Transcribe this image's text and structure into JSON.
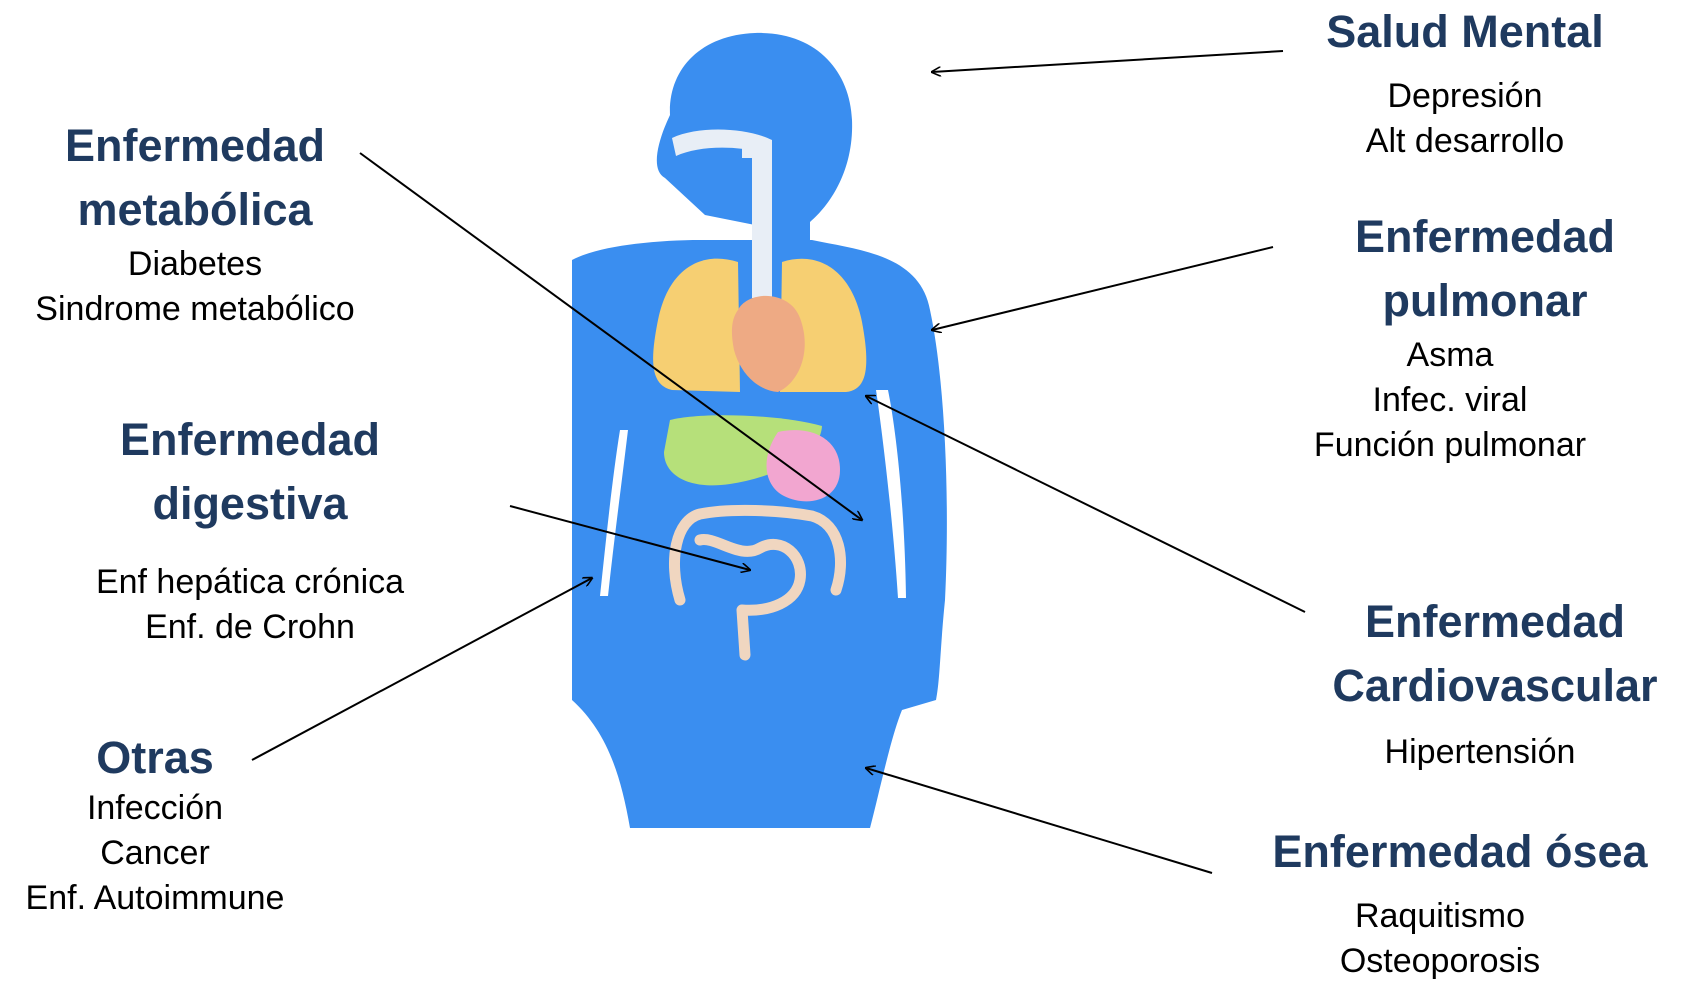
{
  "colors": {
    "heading": "#1f3a5f",
    "text": "#000000",
    "body_silhouette": "#3a8ef0",
    "lungs": "#f6cf72",
    "heart": "#eeaa84",
    "liver": "#b6e07a",
    "stomach": "#f2a6d0",
    "intestine": "#f0d6c0",
    "arrow": "#000000"
  },
  "figure": {
    "icon": "human-body-organs-icon"
  },
  "categories": [
    {
      "id": "salud-mental",
      "title": [
        "Salud Mental"
      ],
      "items": [
        "Depresión",
        "Alt desarrollo"
      ]
    },
    {
      "id": "metabolica",
      "title": [
        "Enfermedad",
        "metabólica"
      ],
      "items": [
        "Diabetes",
        "Sindrome metabólico"
      ]
    },
    {
      "id": "digestiva",
      "title": [
        "Enfermedad",
        "digestiva"
      ],
      "items": [
        "Enf hepática crónica",
        "Enf. de Crohn"
      ]
    },
    {
      "id": "otras",
      "title": [
        "Otras"
      ],
      "items": [
        "Infección",
        "Cancer",
        "Enf. Autoimmune"
      ]
    },
    {
      "id": "pulmonar",
      "title": [
        "Enfermedad",
        "pulmonar"
      ],
      "items": [
        "Asma",
        "Infec. viral",
        "Función pulmonar"
      ]
    },
    {
      "id": "cardiovascular",
      "title": [
        "Enfermedad",
        "Cardiovascular"
      ],
      "items": [
        "Hipertensión"
      ]
    },
    {
      "id": "osea",
      "title": [
        "Enfermedad ósea"
      ],
      "items": [
        "Raquitismo",
        "Osteoporosis"
      ]
    }
  ]
}
